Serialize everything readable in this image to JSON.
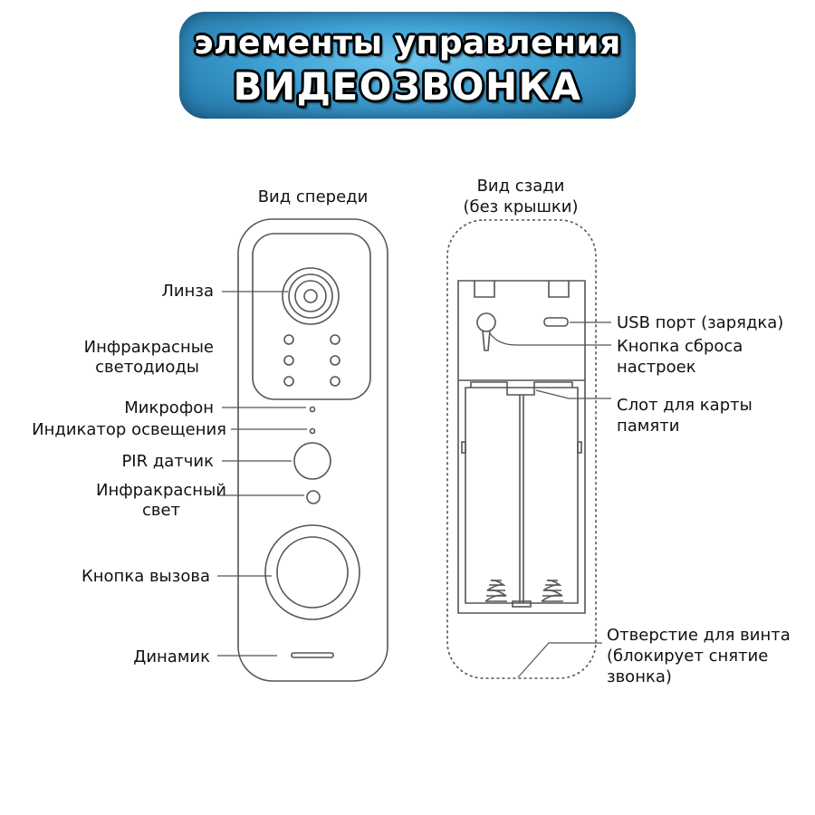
{
  "banner": {
    "line1": "элементы управления",
    "line2": "ВИДЕОЗВОНКА"
  },
  "front_view": {
    "title": "Вид спереди",
    "labels": {
      "lens": "Линза",
      "ir_leds_1": "Инфракрасные",
      "ir_leds_2": "светодиоды",
      "microphone": "Микрофон",
      "light_indicator": "Индикатор освещения",
      "pir_sensor": "PIR датчик",
      "ir_light_1": "Инфракрасный",
      "ir_light_2": "свет",
      "call_button": "Кнопка вызова",
      "speaker": "Динамик"
    }
  },
  "back_view": {
    "title_1": "Вид сзади",
    "title_2": "(без крышки)",
    "labels": {
      "usb_port": "USB порт (зарядка)",
      "reset_1": "Кнопка сброса",
      "reset_2": "настроек",
      "sd_slot_1": "Слот для карты",
      "sd_slot_2": "памяти",
      "screw_1": "Отверстие для винта",
      "screw_2": "(блокирует снятие",
      "screw_3": "звонка)"
    }
  },
  "colors": {
    "banner_light": "#6fc6ee",
    "banner_dark": "#1f6f9f",
    "line": "#555555"
  }
}
